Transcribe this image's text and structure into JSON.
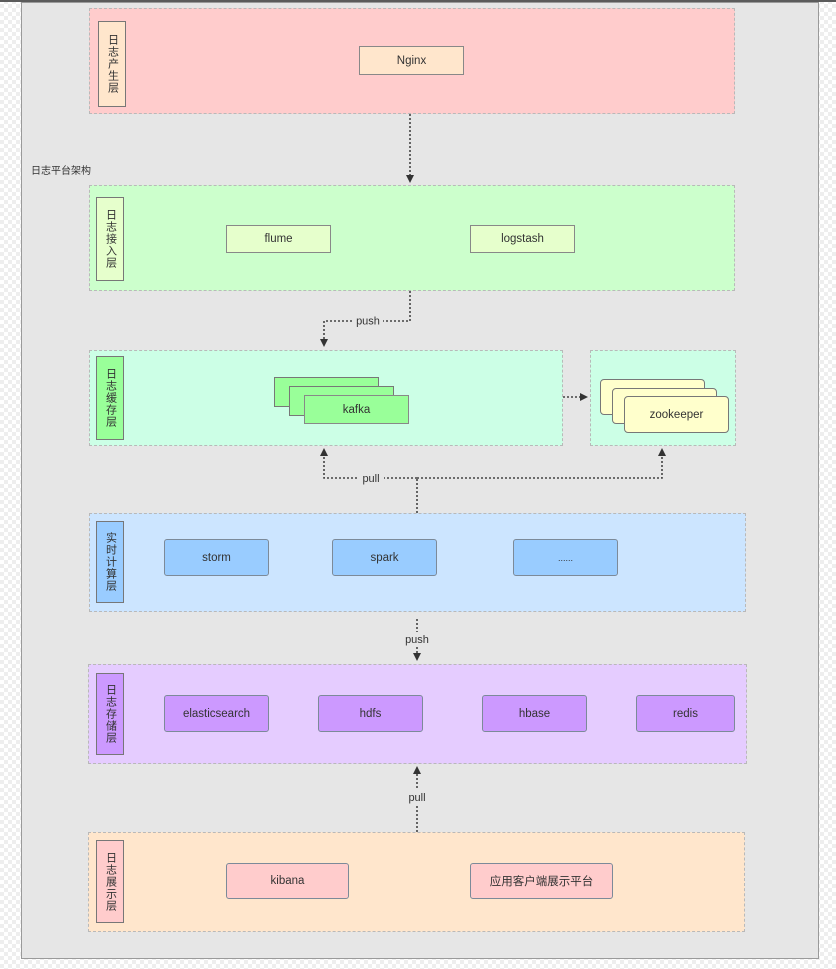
{
  "diagram": {
    "title": "日志平台架构",
    "layers": {
      "produce": {
        "label": "日志产生层",
        "items": [
          "Nginx"
        ]
      },
      "ingest": {
        "label": "日志接入层",
        "items": [
          "flume",
          "logstash"
        ]
      },
      "cache": {
        "label": "日志缓存层",
        "items": [
          "kafka",
          "zookeeper"
        ]
      },
      "compute": {
        "label": "实时计算层",
        "items": [
          "storm",
          "spark",
          "......"
        ]
      },
      "storage": {
        "label": "日志存储层",
        "items": [
          "elasticsearch",
          "hdfs",
          "hbase",
          "redis"
        ]
      },
      "display": {
        "label": "日志展示层",
        "items": [
          "kibana",
          "应用客户端展示平台"
        ]
      }
    },
    "edges": [
      {
        "from": "Nginx",
        "to": "日志接入层",
        "label": ""
      },
      {
        "from": "日志接入层",
        "to": "kafka",
        "label": "push"
      },
      {
        "from": "kafka",
        "to": "zookeeper",
        "label": ""
      },
      {
        "from": "实时计算层",
        "to": "kafka",
        "label": "pull"
      },
      {
        "from": "实时计算层",
        "to": "zookeeper",
        "label": "pull"
      },
      {
        "from": "实时计算层",
        "to": "日志存储层",
        "label": "push"
      },
      {
        "from": "日志展示层",
        "to": "日志存储层",
        "label": "pull"
      }
    ],
    "colors": {
      "produce_bg": "#ffcccc",
      "ingest_bg": "#ccffcc",
      "cache_bg": "#ccffe6",
      "compute_bg": "#cce5ff",
      "storage_bg": "#e5ccff",
      "display_bg": "#ffe6cc"
    }
  }
}
